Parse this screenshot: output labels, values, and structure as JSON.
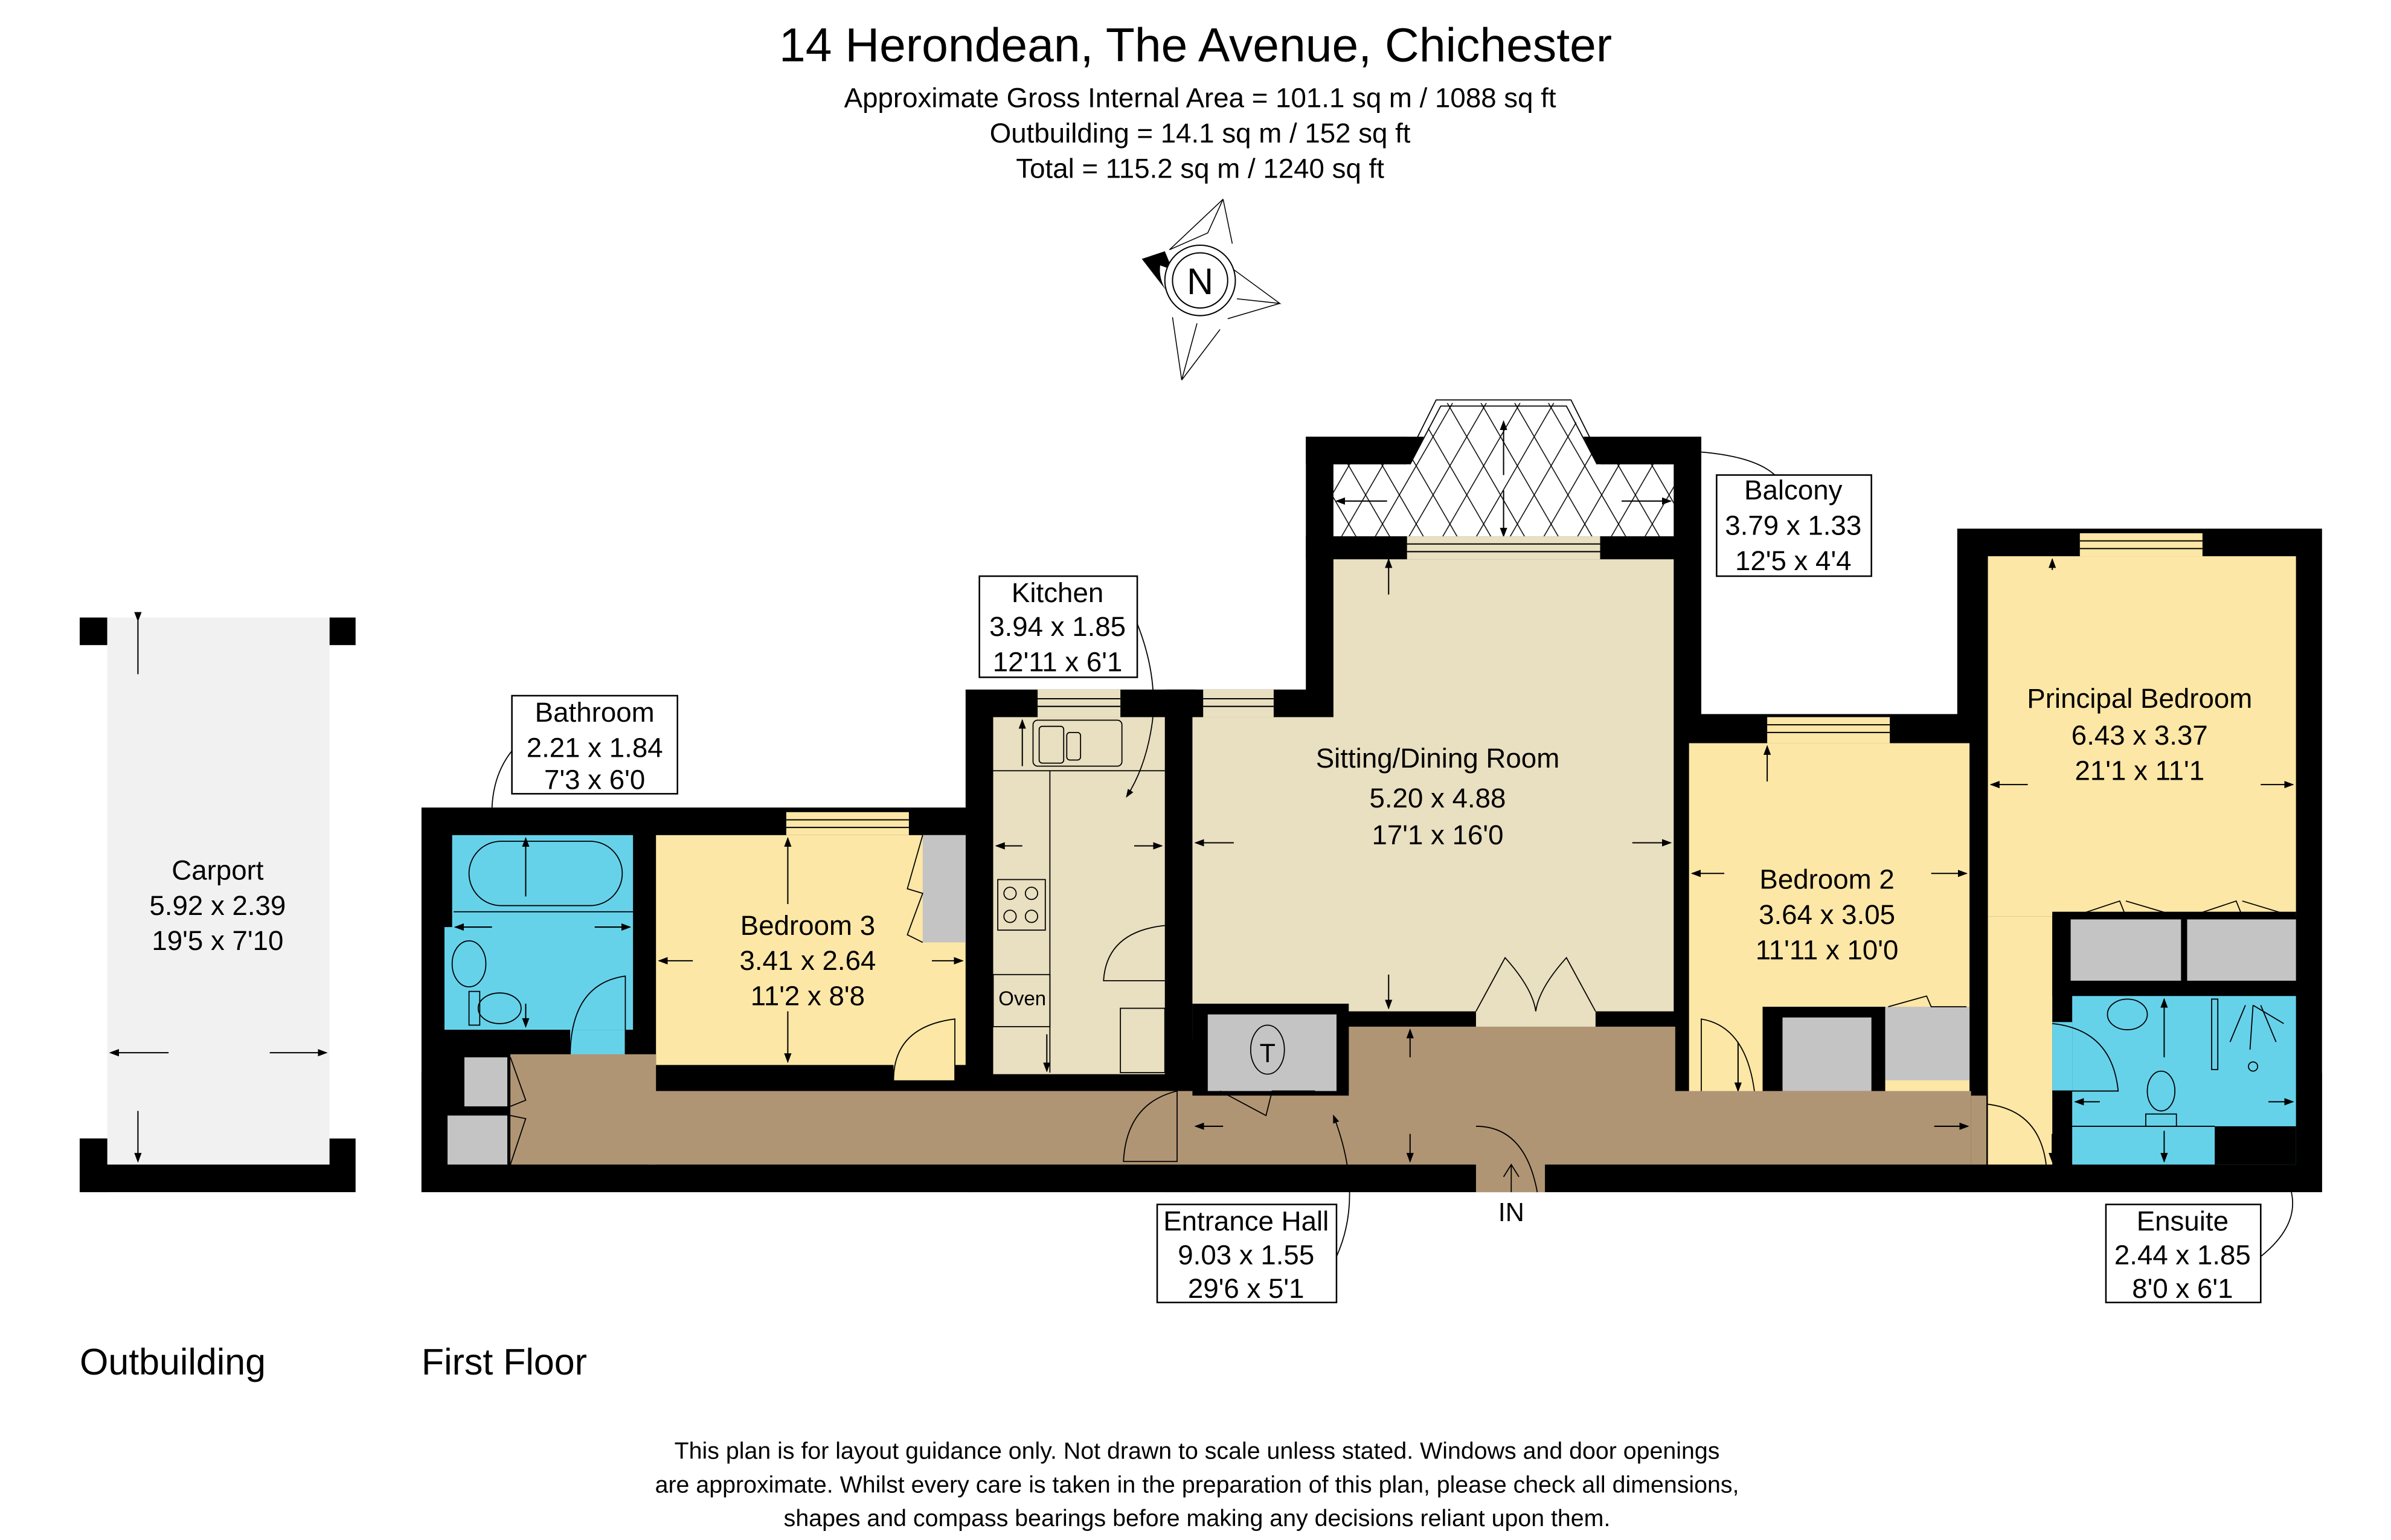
{
  "header": {
    "title": "14 Herondean, The Avenue, Chichester",
    "area_lines": [
      "Approximate Gross Internal Area = 101.1 sq m / 1088 sq ft",
      "Outbuilding = 14.1 sq m / 152 sq ft",
      "Total = 115.2 sq m / 1240 sq ft"
    ]
  },
  "compass": {
    "label": "N"
  },
  "colors": {
    "wall": "#000000",
    "hall": "#B09574",
    "living": "#E9DFC1",
    "bedroom": "#FDE7A6",
    "bathroom": "#66D2EA",
    "storage": "#C4C4C4",
    "carport": "#F1F1F1"
  },
  "rooms": {
    "carport": {
      "name": "Carport",
      "metric": "5.92 x 2.39",
      "imperial": "19'5 x 7'10"
    },
    "bathroom": {
      "name": "Bathroom",
      "metric": "2.21 x 1.84",
      "imperial": "7'3 x 6'0"
    },
    "bedroom3": {
      "name": "Bedroom 3",
      "metric": "3.41 x 2.64",
      "imperial": "11'2 x 8'8"
    },
    "kitchen": {
      "name": "Kitchen",
      "metric": "3.94 x 1.85",
      "imperial": "12'11 x 6'1",
      "oven_label": "Oven"
    },
    "sitting": {
      "name": "Sitting/Dining Room",
      "metric": "5.20 x 4.88",
      "imperial": "17'1 x 16'0"
    },
    "balcony": {
      "name": "Balcony",
      "metric": "3.79 x 1.33",
      "imperial": "12'5 x 4'4"
    },
    "bedroom2": {
      "name": "Bedroom 2",
      "metric": "3.64 x 3.05",
      "imperial": "11'11 x 10'0"
    },
    "principal": {
      "name": "Principal Bedroom",
      "metric": "6.43 x 3.37",
      "imperial": "21'1 x 11'1"
    },
    "ensuite": {
      "name": "Ensuite",
      "metric": "2.44 x 1.85",
      "imperial": "8'0 x 6'1"
    },
    "hall": {
      "name": "Entrance Hall",
      "metric": "9.03 x 1.55",
      "imperial": "29'6 x 5'1",
      "entry_label": "IN",
      "tank_label": "T"
    }
  },
  "floors": {
    "outbuilding": "Outbuilding",
    "first_floor": "First Floor"
  },
  "disclaimer": [
    "This plan is for layout guidance only. Not drawn to scale unless stated. Windows and door openings",
    "are approximate. Whilst every care is taken in the preparation of this plan, please check all dimensions,",
    "shapes and compass bearings before making any decisions reliant upon them."
  ]
}
